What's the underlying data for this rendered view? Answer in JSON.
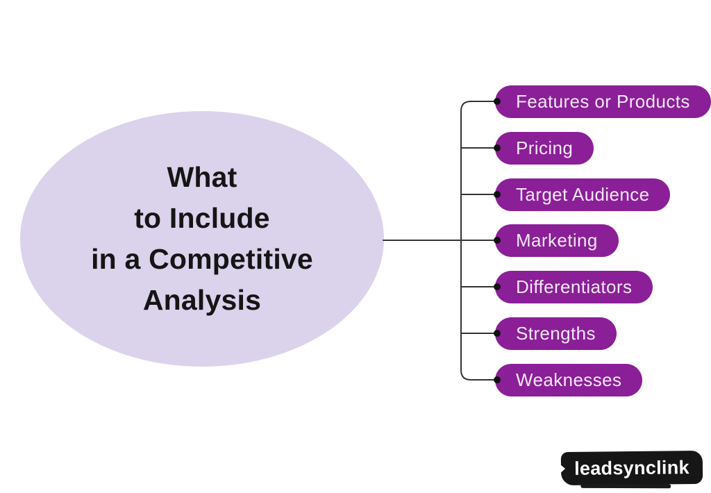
{
  "diagram": {
    "center_topic": {
      "full_text": "What to Include in a Competitive Analysis",
      "lines": [
        "What",
        "to Include",
        "in a Competitive",
        "Analysis"
      ]
    },
    "branches": [
      {
        "label": "Features or Products"
      },
      {
        "label": "Pricing"
      },
      {
        "label": "Target Audience"
      },
      {
        "label": "Marketing"
      },
      {
        "label": "Differentiators"
      },
      {
        "label": "Strengths"
      },
      {
        "label": "Weaknesses"
      }
    ],
    "watermark": {
      "label": "leadsynclink"
    },
    "colors": {
      "ellipse_fill": "#DBD2EC",
      "branch_fill": "#8B1F97",
      "branch_text": "#F1E9F6",
      "connector_line": "#333333",
      "connector_dot": "#111111",
      "title_text": "#151515",
      "watermark_bg": "#161616",
      "watermark_text": "#FFFFFF"
    }
  }
}
